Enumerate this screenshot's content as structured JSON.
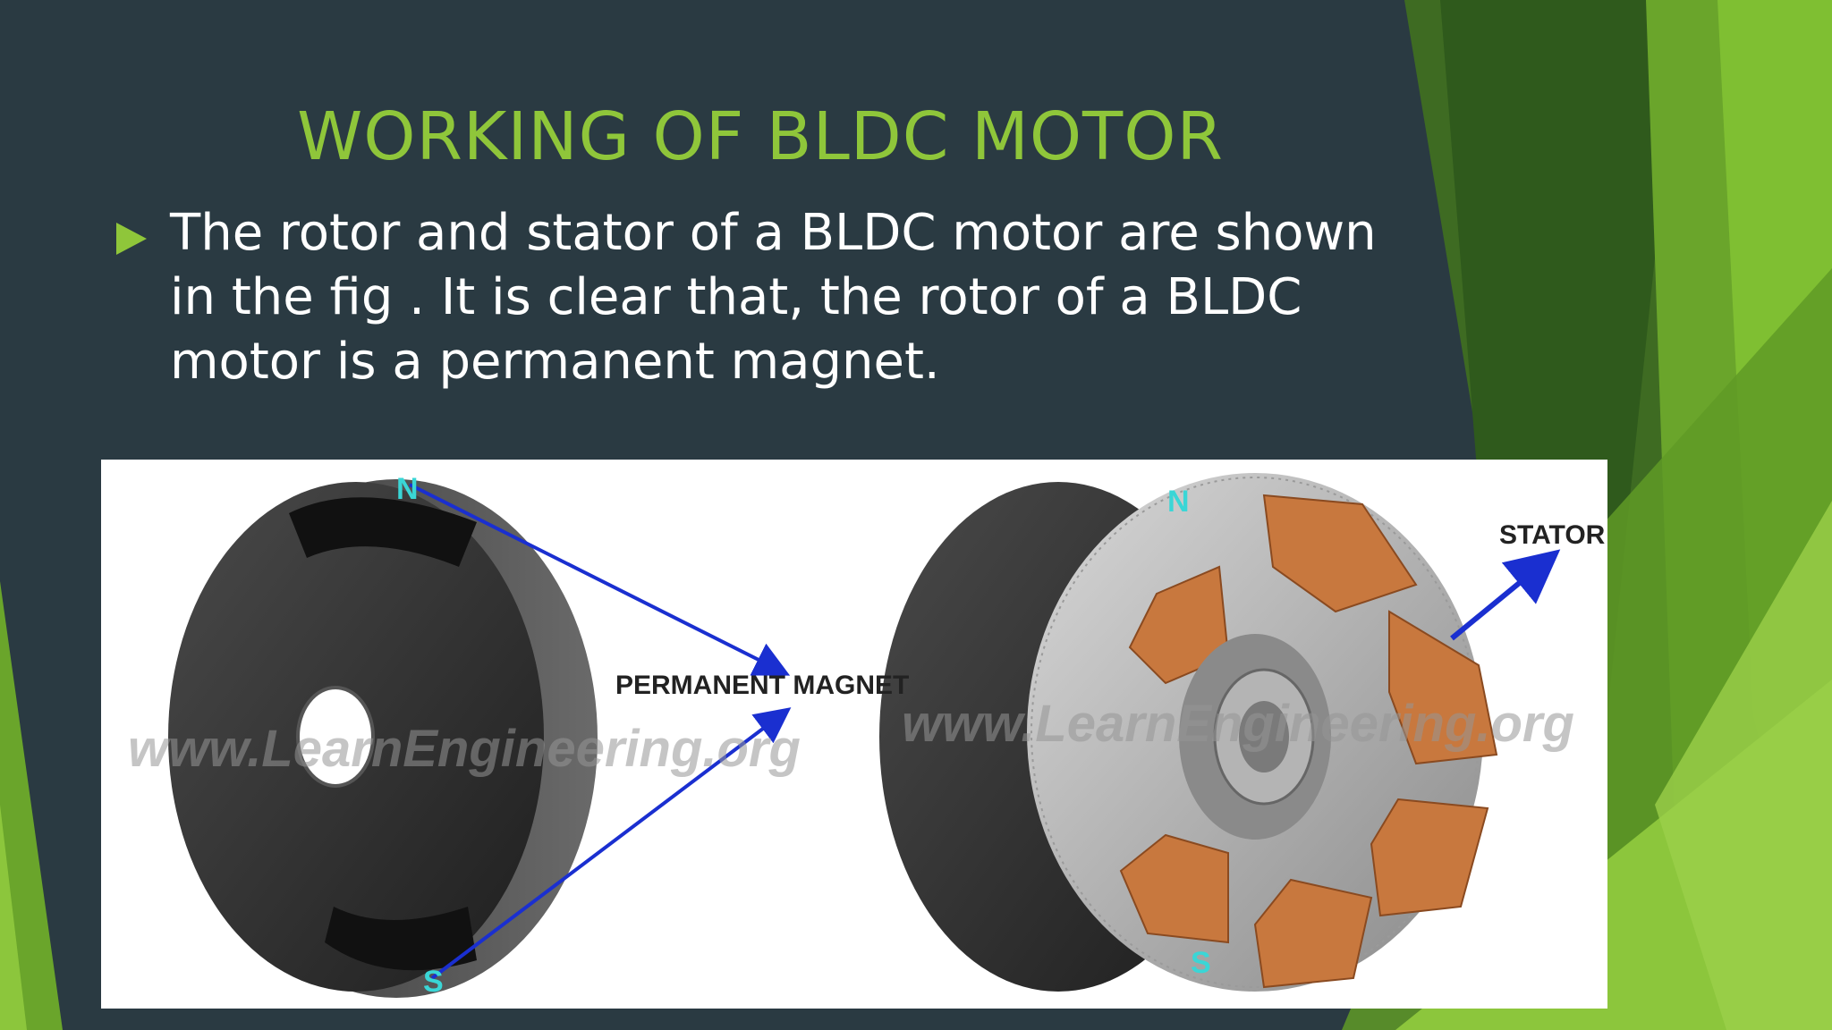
{
  "slide": {
    "title": "WORKING OF BLDC MOTOR",
    "bullet": "The rotor and stator of a BLDC motor are shown in the fig . It is clear that, the rotor of a BLDC motor is a permanent magnet."
  },
  "figure": {
    "label_permanent_magnet": "PERMANENT MAGNET",
    "label_stator": "STATOR",
    "pole_north": "N",
    "pole_south": "S",
    "watermark": "www.LearnEngineering.org"
  },
  "colors": {
    "background": "#2a3a42",
    "accent_green": "#8fc63a",
    "arrow_blue": "#1a2fd0",
    "copper": "#c8783e"
  }
}
